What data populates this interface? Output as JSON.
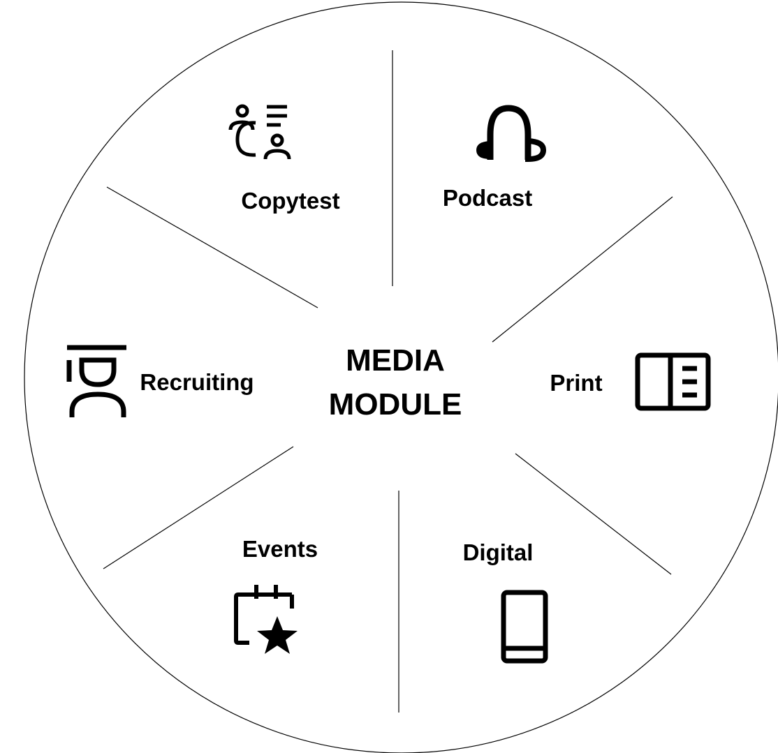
{
  "center": {
    "line1": "MEDIA",
    "line2": "MODULE"
  },
  "segments": [
    {
      "label": "Copytest",
      "icon": "people-list-icon"
    },
    {
      "label": "Podcast",
      "icon": "headphones-icon"
    },
    {
      "label": "Print",
      "icon": "book-open-icon"
    },
    {
      "label": "Digital",
      "icon": "smartphone-icon"
    },
    {
      "label": "Events",
      "icon": "calendar-star-icon"
    },
    {
      "label": "Recruiting",
      "icon": "person-desk-icon"
    }
  ],
  "colors": {
    "stroke": "#000000",
    "background": "#ffffff",
    "text": "#000000"
  }
}
